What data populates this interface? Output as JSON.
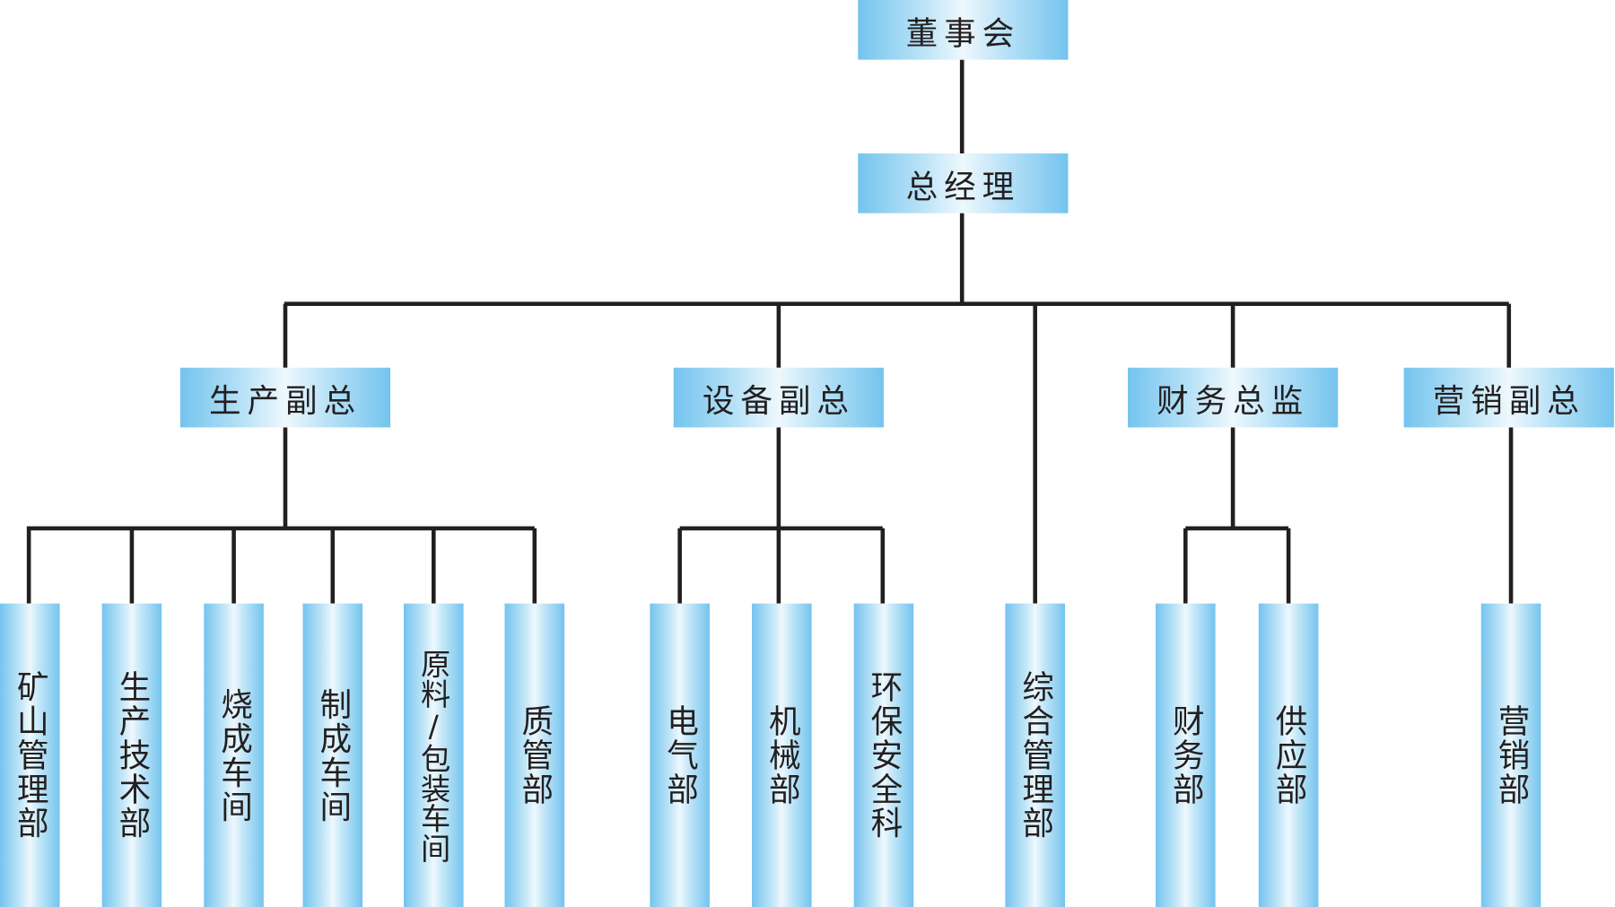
{
  "board": "董事会",
  "gm": "总经理",
  "vps": [
    "生产副总",
    "设备副总",
    "财务总监",
    "营销副总"
  ],
  "depts": [
    "矿山管理部",
    "生产技术部",
    "烧成车间",
    "制成车间",
    "原料/包装车间",
    "质管部",
    "电气部",
    "机械部",
    "环保安全科",
    "综合管理部",
    "财务部",
    "供应部",
    "营销部"
  ],
  "colors": {
    "box_edge": "#74c4ee",
    "box_center": "#eef8fd",
    "line": "#231f20"
  }
}
